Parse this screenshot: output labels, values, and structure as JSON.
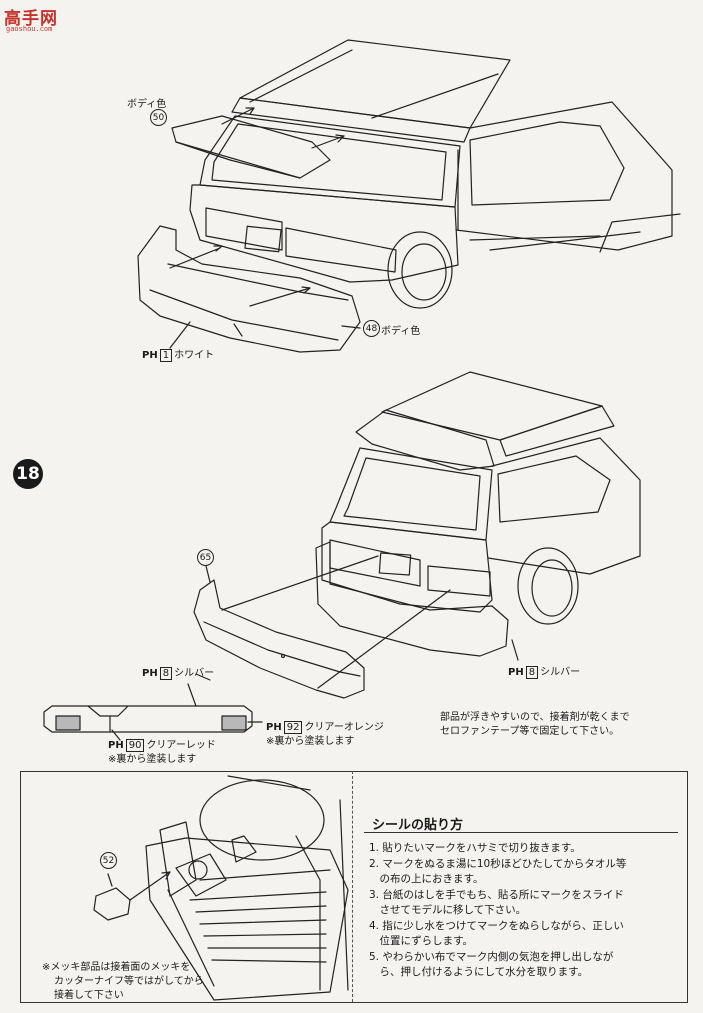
{
  "watermark": {
    "title": "高手网",
    "url": "gaoshou.com"
  },
  "step_number": "18",
  "top_diagram": {
    "part_50": {
      "number": "50",
      "label": "ボディ色"
    },
    "part_48": {
      "number": "48",
      "label": "ボディ色"
    },
    "paint_1": {
      "prefix": "PH",
      "code": "1",
      "label": "ホワイト"
    }
  },
  "middle_diagram": {
    "part_65": {
      "number": "65"
    },
    "paint_8_upper": {
      "prefix": "PH",
      "code": "8",
      "label": "シルバー"
    },
    "paint_8_right": {
      "prefix": "PH",
      "code": "8",
      "label": "シルバー"
    },
    "paint_92": {
      "prefix": "PH",
      "code": "92",
      "label": "クリアーオレンジ",
      "note": "※裏から塗装します"
    },
    "paint_90": {
      "prefix": "PH",
      "code": "90",
      "label": "クリアーレッド",
      "note": "※裏から塗装します"
    },
    "glue_note": [
      "部品が浮きやすいので、接着剤が乾くまで",
      "セロファンテープ等で固定して下さい。"
    ]
  },
  "bottom_box": {
    "part_52": {
      "number": "52"
    },
    "plating_note": [
      "※メッキ部品は接着面のメッキを",
      "カッターナイフ等ではがしてから",
      "接着して下さい"
    ],
    "seal_title": "シールの貼り方",
    "seal_steps": [
      "1. 貼りたいマークをハサミで切り抜きます。",
      "2. マークをぬるま湯に10秒ほどひたしてからタオル等",
      "　の布の上におきます。",
      "3. 台紙のはしを手でもち、貼る所にマークをスライド",
      "　させてモデルに移して下さい。",
      "4. 指に少し水をつけてマークをぬらしながら、正しい",
      "　位置にずらします。",
      "5. やわらかい布でマーク内側の気泡を押し出しなが",
      "　ら、押し付けるようにして水分を取ります。"
    ]
  }
}
